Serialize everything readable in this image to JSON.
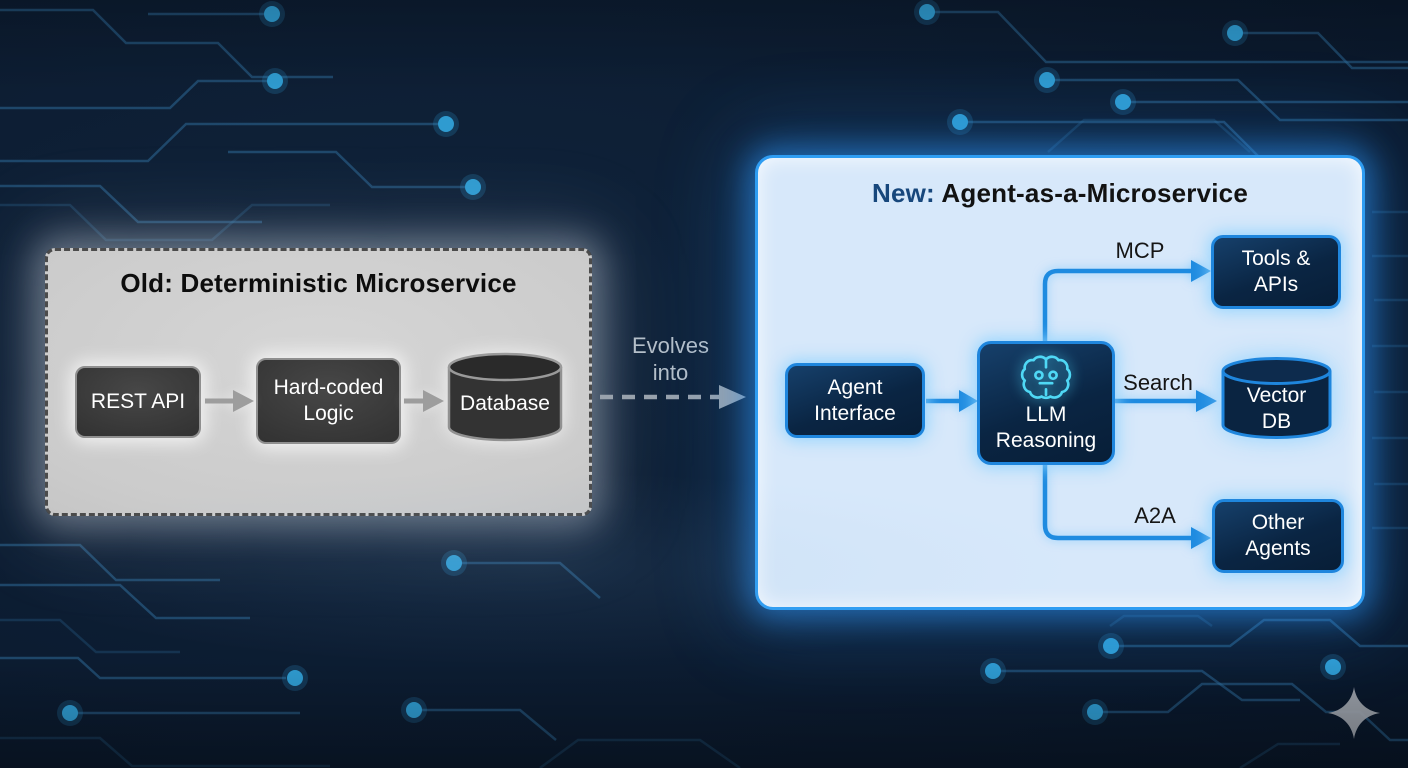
{
  "old_panel": {
    "title": "Old: Deterministic Microservice",
    "nodes": {
      "rest_api": "REST API",
      "hard_coded_logic": "Hard-coded\nLogic",
      "database": "Database"
    }
  },
  "transition": {
    "label": "Evolves\ninto"
  },
  "new_panel": {
    "title_prefix": "New:",
    "title_rest": "Agent-as-a-Microservice",
    "nodes": {
      "agent_interface": "Agent\nInterface",
      "llm_reasoning": "LLM\nReasoning",
      "tools_apis": "Tools &\nAPIs",
      "vector_db": "Vector\nDB",
      "other_agents": "Other\nAgents"
    },
    "edge_labels": {
      "mcp": "MCP",
      "search": "Search",
      "a2a": "A2A"
    }
  },
  "icons": {
    "llm_icon": "brain-circuit-icon",
    "watermark": "sparkle-star-icon"
  },
  "colors": {
    "accent_blue": "#1e8be0",
    "panel_blue_border": "#2f9df2",
    "panel_blue_bg": "#d7e8fa",
    "navy_node_bg": "#0a2543",
    "cyan_icon": "#4fd8f5",
    "old_panel_bg": "#cfcfcf",
    "old_node_bg": "#343434",
    "background_navy": "#0c1c31",
    "circuit_trace": "#2f6f9f",
    "circuit_dot": "#2f9bd0"
  }
}
